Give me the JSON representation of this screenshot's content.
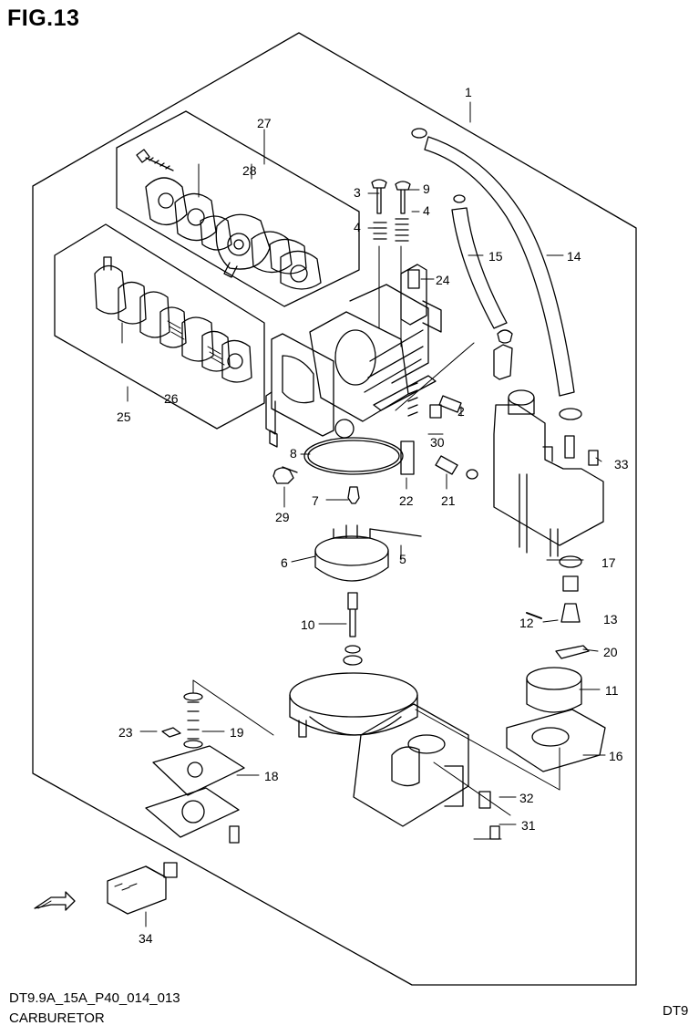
{
  "figure": {
    "title": "FIG.13",
    "code": "DT9.9A_15A_P40_014_013",
    "name": "CARBURETOR",
    "model": "DT9"
  },
  "callouts": [
    "1",
    "2",
    "3",
    "4",
    "4",
    "5",
    "6",
    "7",
    "8",
    "9",
    "10",
    "11",
    "12",
    "13",
    "14",
    "15",
    "16",
    "17",
    "18",
    "19",
    "20",
    "21",
    "22",
    "23",
    "24",
    "25",
    "26",
    "27",
    "28",
    "29",
    "30",
    "31",
    "32",
    "33",
    "34"
  ],
  "icons": {
    "forward_arrow": "fwd-arrow-icon"
  }
}
